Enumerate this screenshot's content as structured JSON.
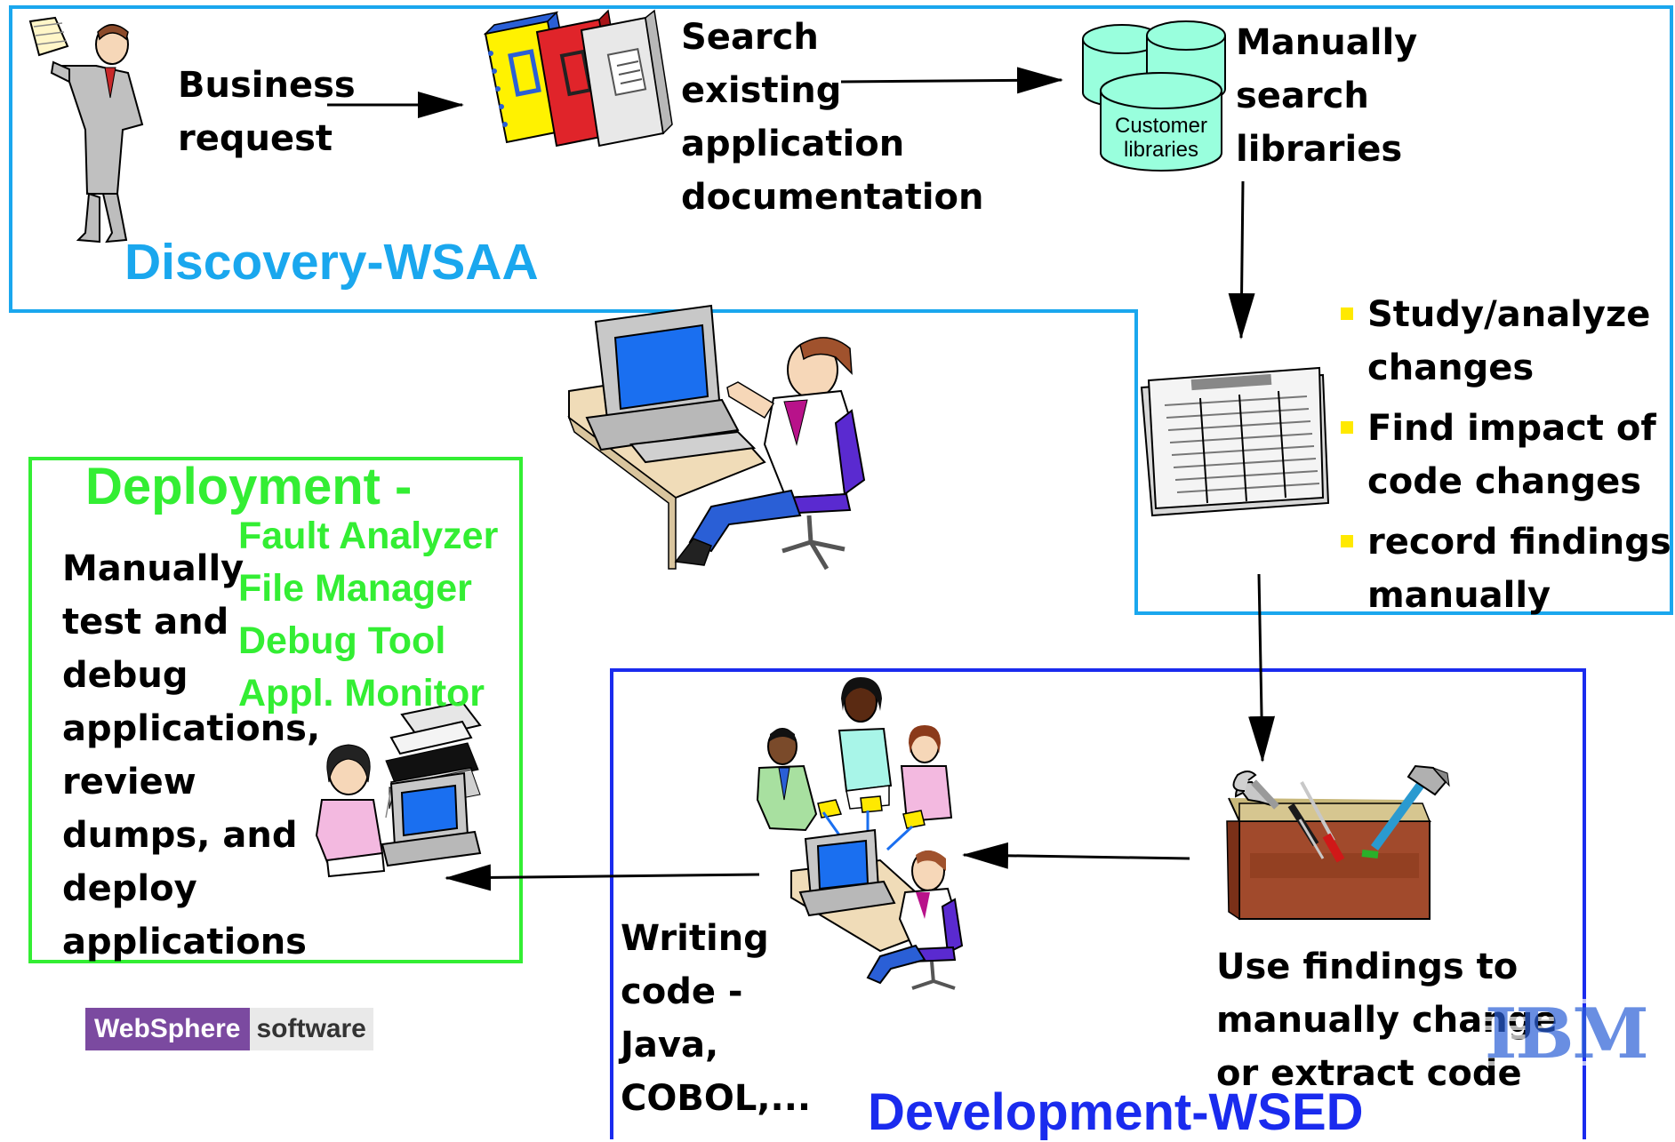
{
  "discovery": {
    "title": "Discovery-WSAA",
    "business_request": [
      "Business",
      "request"
    ],
    "search_docs": [
      "Search",
      "existing",
      "application",
      "documentation"
    ],
    "manual_search": [
      "Manually",
      "search",
      "libraries"
    ],
    "db_label": [
      "Customer",
      "libraries"
    ]
  },
  "analysis": {
    "bullets": [
      [
        "Study/analyze",
        "changes"
      ],
      [
        "Find impact of",
        "code changes"
      ],
      [
        "record findings",
        "manually"
      ]
    ]
  },
  "deployment": {
    "title": "Deployment -",
    "tools": [
      "Fault Analyzer",
      "File Manager",
      "Debug Tool",
      "Appl. Monitor"
    ],
    "text": [
      "Manually",
      "test and",
      "debug",
      "applications,",
      "review",
      "dumps, and",
      "deploy",
      "applications"
    ]
  },
  "development": {
    "title": "Development-WSED",
    "writing": [
      "Writing",
      "code -",
      "Java,",
      "COBOL,..."
    ],
    "findings": [
      "Use findings to",
      "manually change",
      "or extract code"
    ]
  },
  "branding": {
    "websphere": "WebSphere",
    "software": "software",
    "ibm": "IBM"
  },
  "colors": {
    "discovery_border": "#1aa7ee",
    "deployment_border": "#33ee33",
    "development_border": "#1a2bee",
    "bullet": "#ffe900",
    "websphere_purple": "#7b4aa0"
  }
}
